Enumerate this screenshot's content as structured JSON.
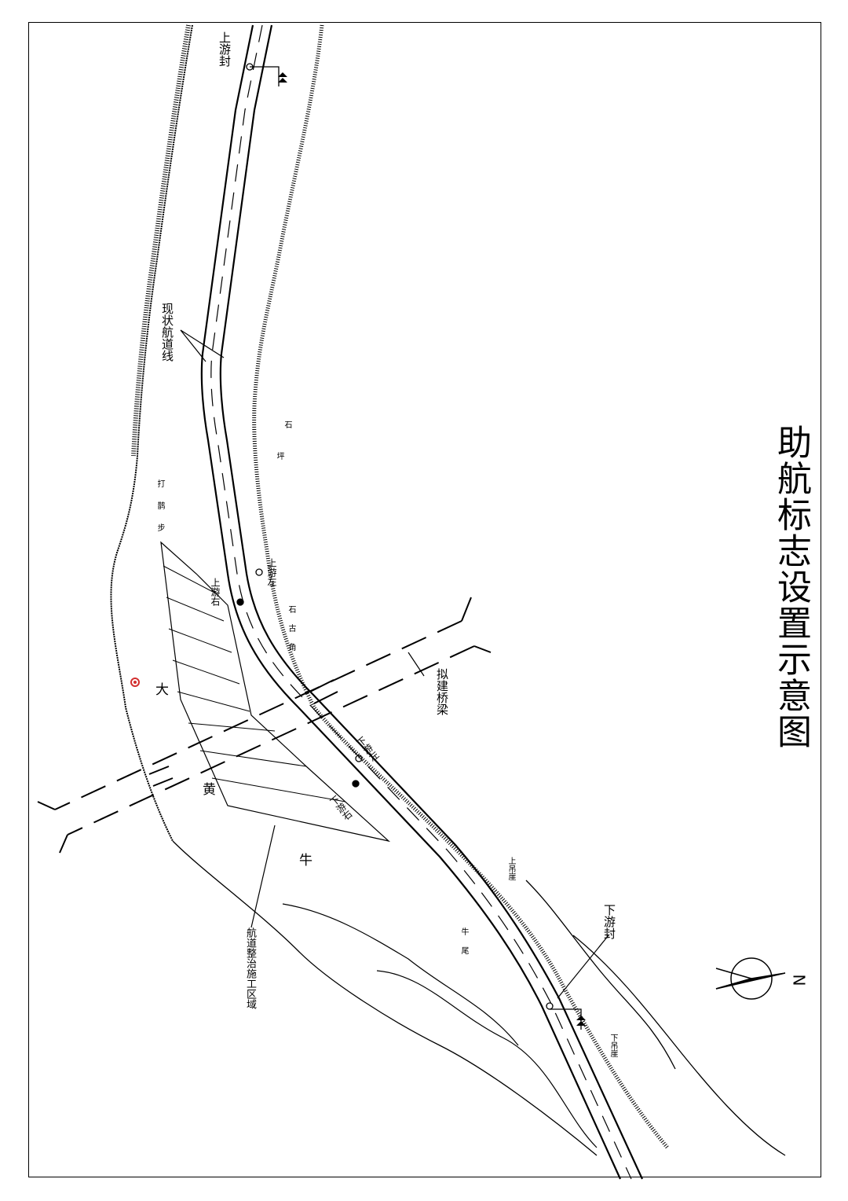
{
  "title": "助航标志设置示意图",
  "labels": {
    "bridge": "拟建桥梁",
    "existing_channel": "现状航道线",
    "work_area": "航道整治施工区域",
    "upstream_seal": "上游封",
    "downstream_seal": "下游封",
    "upstream_left": "上游左",
    "upstream_right": "上游右",
    "downstream_left": "下游左",
    "downstream_right": "下游右"
  },
  "places": {
    "shiping_1": "石",
    "shiping_2": "坪",
    "shiguojiao_1": "石",
    "shiguojiao_2": "古",
    "shiguojiao_3": "角",
    "dqb_1": "打",
    "dqb_2": "鹊",
    "dqb_3": "步",
    "dhn_1": "大",
    "dhn_2": "黄",
    "dhn_3": "牛",
    "niuwei_1": "牛",
    "niuwei_2": "尾",
    "upper_cliff": "上吊崖",
    "lower_cliff": "下吊崖"
  },
  "compass": {
    "north_label": "N"
  },
  "colors": {
    "line": "#000000",
    "marker": "#d32f2f"
  }
}
